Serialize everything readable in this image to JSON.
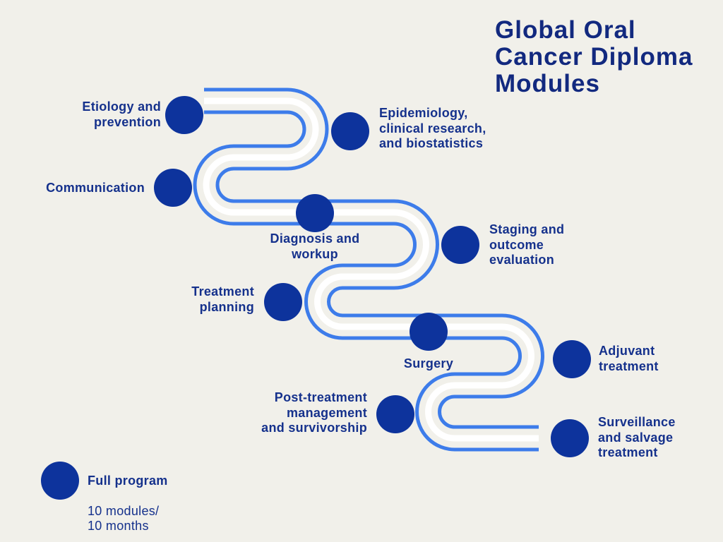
{
  "title": "Global Oral Cancer Diploma Modules",
  "modules": [
    {
      "label": "Etiology and\nprevention"
    },
    {
      "label": "Epidemiology,\nclinical research,\nand biostatistics"
    },
    {
      "label": "Communication"
    },
    {
      "label": "Diagnosis and\nworkup"
    },
    {
      "label": "Staging and\noutcome\nevaluation"
    },
    {
      "label": "Treatment\nplanning"
    },
    {
      "label": "Surgery"
    },
    {
      "label": "Adjuvant\ntreatment"
    },
    {
      "label": "Post-treatment\nmanagement\nand survivorship"
    },
    {
      "label": "Surveillance\nand salvage\ntreatment"
    }
  ],
  "legend": {
    "title": "Full program",
    "detail": "10 modules/\n10 months"
  },
  "colors": {
    "background": "#f1f0ea",
    "road_blue": "#3d7cea",
    "road_white": "#ffffff",
    "node_navy": "#0d339c",
    "text_navy": "#15318c",
    "title_navy": "#12297f"
  }
}
